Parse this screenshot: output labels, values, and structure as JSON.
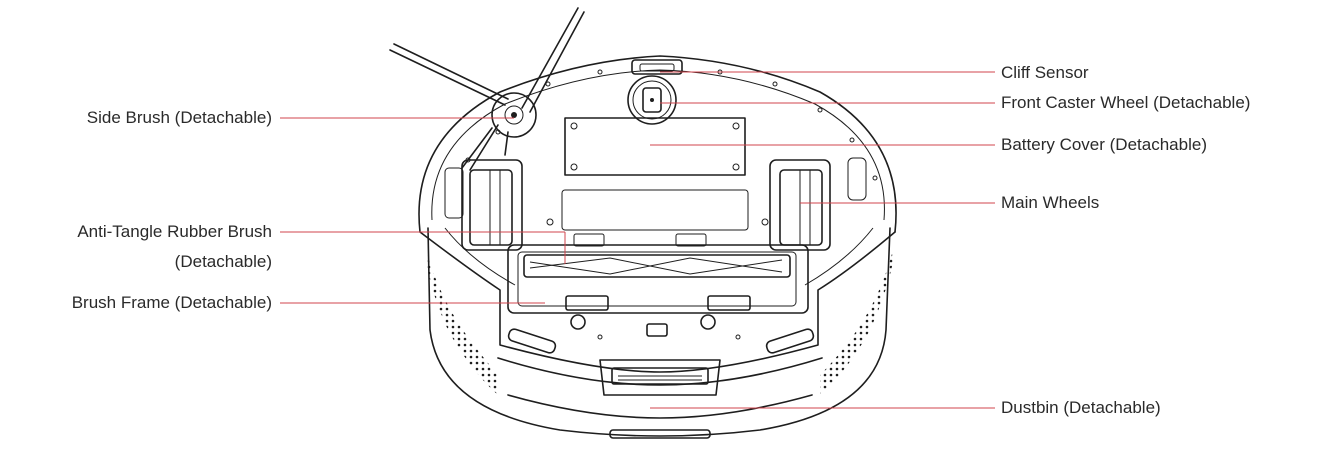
{
  "labels": {
    "cliff_sensor": "Cliff Sensor",
    "front_caster_wheel": "Front Caster Wheel (Detachable)",
    "battery_cover": "Battery Cover (Detachable)",
    "main_wheels": "Main Wheels",
    "dustbin": "Dustbin (Detachable)",
    "side_brush": "Side Brush (Detachable)",
    "anti_tangle_line1": "Anti-Tangle Rubber Brush",
    "anti_tangle_line2": "(Detachable)",
    "brush_frame": "Brush Frame (Detachable)"
  },
  "colors": {
    "leader_line": "#d0444c",
    "outline": "#1e1e1e",
    "text": "#2a2a2a",
    "background": "#ffffff"
  }
}
